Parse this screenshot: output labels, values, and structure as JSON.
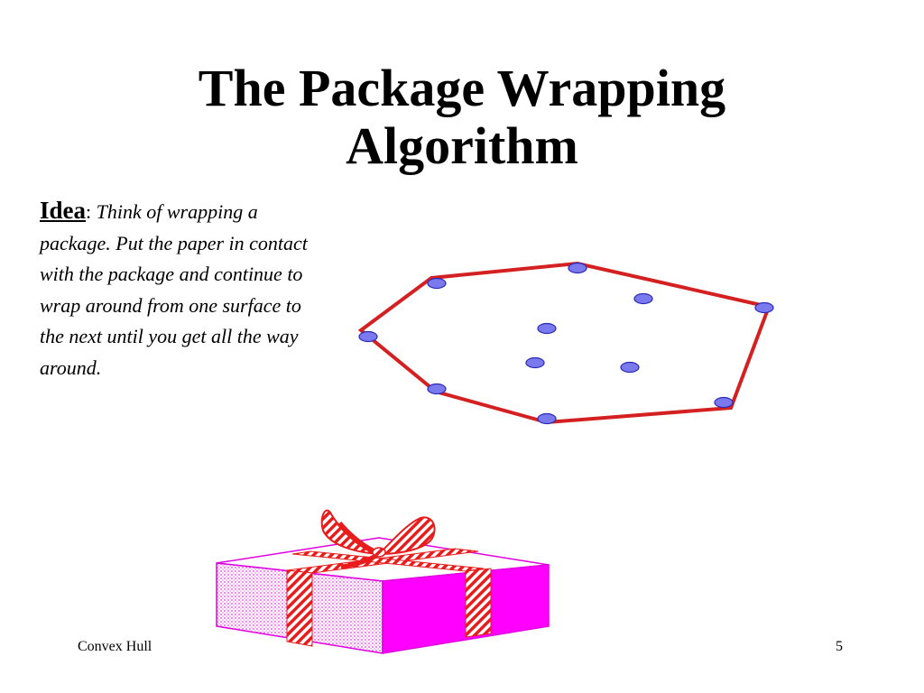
{
  "slide": {
    "title_line1": "The Package Wrapping",
    "title_line2": "Algorithm",
    "idea_label": "Idea",
    "idea_colon": ":",
    "idea_text": "Think of wrapping a package. Put the paper in contact with the package and continue to wrap around from one surface to the next until you get all the way around.",
    "footer_title": "Convex Hull",
    "page_number": "5"
  },
  "colors": {
    "hull_line": "#d42020",
    "point_fill": "#7a7aee",
    "point_stroke": "#2a2ab8",
    "box_magenta": "#ff00ff",
    "box_pink": "#f4a6f4",
    "ribbon_red": "#e81c1c"
  },
  "icons": {
    "diagram": "convex-hull-diagram",
    "gift": "wrapped-gift-box"
  }
}
